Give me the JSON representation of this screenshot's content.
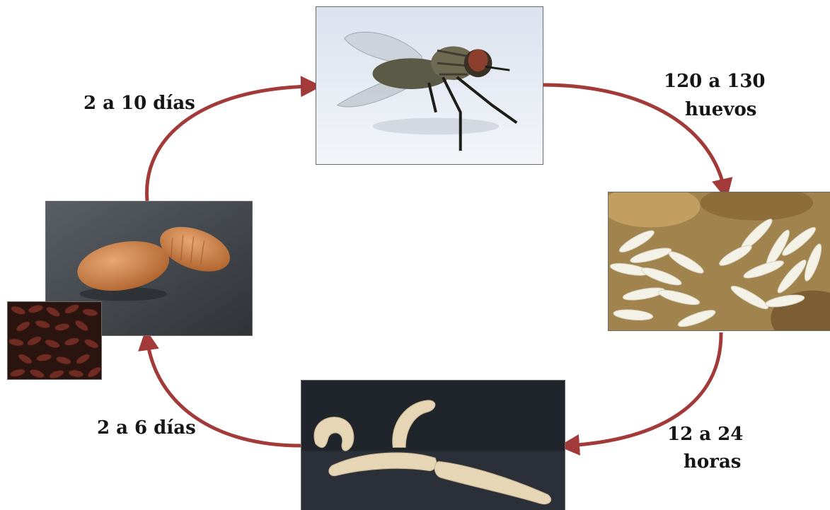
{
  "cycle_labels": {
    "adult_to_eggs_line1": "120 a 130",
    "adult_to_eggs_line2": "huevos",
    "eggs_to_larvae_line1": "12 a 24",
    "eggs_to_larvae_line2": "horas",
    "larvae_to_pupae": "2 a 6 días",
    "pupae_to_adult": "2 a 10 días"
  },
  "colors": {
    "arrow": "#a33a3a",
    "label_text": "#151515",
    "photo_border": "#6b6b6b"
  },
  "icons": [
    "housefly-photo",
    "eggs-photo",
    "larvae-photo",
    "pupae-photo",
    "pupae-cluster-photo"
  ]
}
